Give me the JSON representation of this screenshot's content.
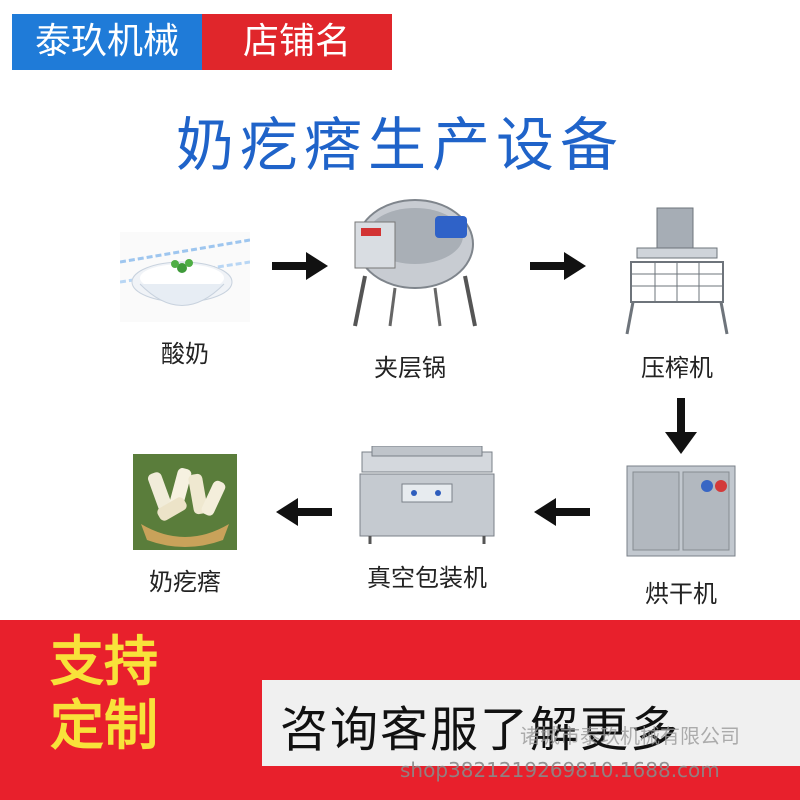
{
  "header": {
    "brand_left": "泰玖机械",
    "brand_right": "店铺名",
    "title": "奶疙瘩生产设备"
  },
  "steps": [
    {
      "label": "酸奶",
      "icon": "yogurt-bowl-icon"
    },
    {
      "label": "夹层锅",
      "icon": "jacketed-kettle-icon"
    },
    {
      "label": "压榨机",
      "icon": "press-machine-icon"
    },
    {
      "label": "烘干机",
      "icon": "drying-oven-icon"
    },
    {
      "label": "真空包装机",
      "icon": "vacuum-packer-icon"
    },
    {
      "label": "奶疙瘩",
      "icon": "cheese-curds-icon"
    }
  ],
  "footer": {
    "support_line1": "支持",
    "support_line2": "定制",
    "consult": "咨询客服了解更多"
  },
  "watermark": {
    "company": "诸城市泰玖机械有限公司",
    "shop": "shop3821219269810.1688.com"
  },
  "colors": {
    "brand_blue": "#1f7bd8",
    "brand_red": "#e0262b",
    "title_blue": "#1f63c9",
    "support_yellow": "#f8e23a",
    "footer_red": "#e8202c"
  }
}
